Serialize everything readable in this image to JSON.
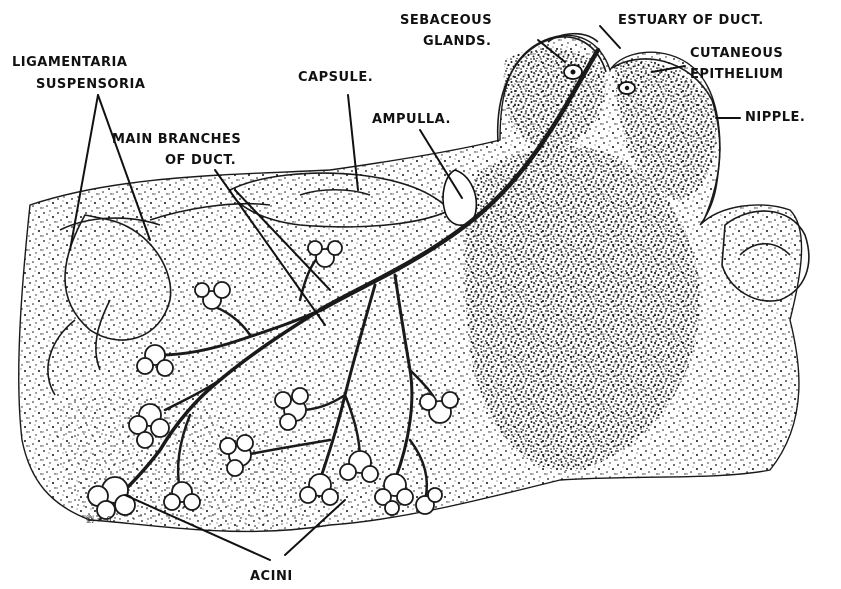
{
  "figure": {
    "labels": {
      "ligamentaria": [
        "LIGAMENTARIA",
        "SUSPENSORIA"
      ],
      "capsule": "CAPSULE.",
      "main_branches": [
        "MAIN BRANCHES",
        "OF DUCT."
      ],
      "ampulla": "AMPULLA.",
      "sebaceous": [
        "SEBACEOUS",
        "GLANDS."
      ],
      "estuary": "ESTUARY OF DUCT.",
      "cutaneous": [
        "CUTANEOUS",
        "EPITHELIUM"
      ],
      "nipple": "NIPPLE.",
      "acini": "ACINI",
      "signature": "劉 ★ 6"
    },
    "colors": {
      "ink": "#111111",
      "paper": "#ffffff"
    }
  }
}
